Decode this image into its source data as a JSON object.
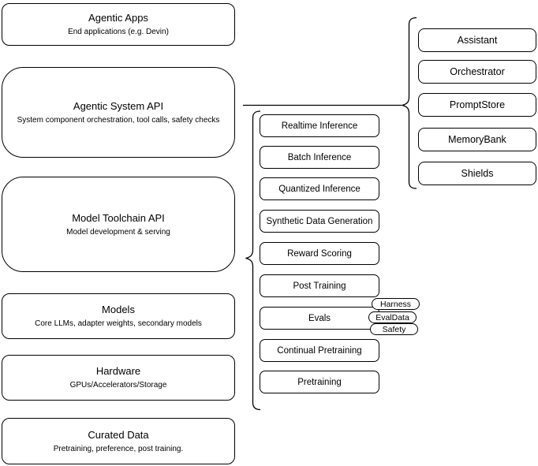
{
  "diagram": {
    "colors": {
      "stroke": "#000000",
      "fill": "#ffffff",
      "text": "#000000"
    },
    "left_stack": [
      {
        "title": "Agentic Apps",
        "subtitle": "End applications (e.g. Devin)"
      },
      {
        "title": "Agentic System API",
        "subtitle": "System component orchestration, tool calls, safety checks"
      },
      {
        "title": "Model Toolchain API",
        "subtitle": "Model development & serving"
      },
      {
        "title": "Models",
        "subtitle": "Core LLMs, adapter weights, secondary models"
      },
      {
        "title": "Hardware",
        "subtitle": "GPUs/Accelerators/Storage"
      },
      {
        "title": "Curated Data",
        "subtitle": "Pretraining, preference, post training."
      }
    ],
    "toolchain_group": {
      "items": [
        "Realtime Inference",
        "Batch Inference",
        "Quantized Inference",
        "Synthetic Data Generation",
        "Reward Scoring",
        "Post Training",
        "Evals",
        "Continual Pretraining",
        "Pretraining"
      ]
    },
    "evals_badges": [
      "Harness",
      "EvalData",
      "Safety"
    ],
    "system_components_group": {
      "items": [
        "Assistant",
        "Orchestrator",
        "PromptStore",
        "MemoryBank",
        "Shields"
      ]
    }
  }
}
